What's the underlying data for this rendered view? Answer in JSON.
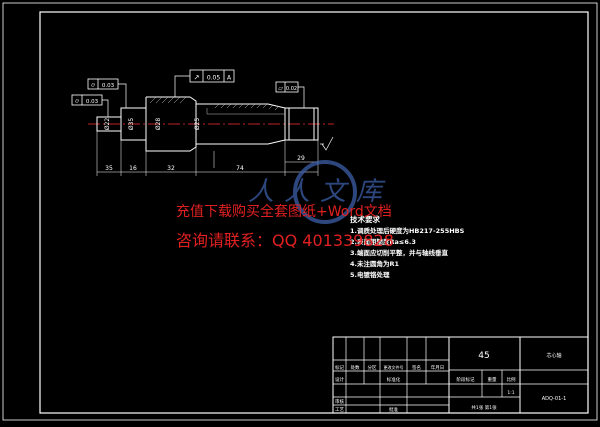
{
  "drawing": {
    "colors": {
      "background": "#000000",
      "frame": "#ffffff",
      "part_line": "#ffffff",
      "dimension": "#ffffff",
      "centerline": "#ff3030",
      "hatch": "#c0c0c0",
      "text": "#ffffff",
      "tolerance_box": "#ffffff",
      "watermark_red": "#e02020",
      "watermark_logo": "#3d5fa8"
    },
    "tolerances": {
      "top": "0.05",
      "top_ref": "A",
      "left_upper": "0.03",
      "left_lower": "0.03",
      "right_flat": "0.02"
    },
    "diameters": {
      "d1": "Ø22",
      "d2": "Ø35",
      "d3": "Ø28",
      "d4": "Ø25"
    },
    "dimensions": {
      "d_left": "35",
      "d_mid1": "16",
      "d_mid2": "32",
      "d_mid3": "74",
      "d_right": "29"
    },
    "tech": {
      "title": "技术要求",
      "items": [
        "1.调质处理后硬度为HB217-255HBS",
        "2.表面粗糙度Ra≤6.3",
        "3.端面应切削平整，并与轴线垂直",
        "4.未注圆角为R1",
        "5.电镀铬处理"
      ]
    },
    "title_block": {
      "material": "45",
      "part_name": "芯心轴",
      "drawing_no": "ADQ-01-1",
      "col_headers": [
        "标记",
        "处数",
        "分区",
        "更改文件号",
        "签名",
        "年月日"
      ],
      "row_labels": [
        "设计",
        "审核",
        "工艺"
      ],
      "mid_labels": [
        "标准化",
        "批准"
      ],
      "stage_headers": [
        "阶段标记",
        "重量",
        "比例"
      ],
      "scale": "1:1",
      "sheet": "共1张 第1张"
    },
    "watermark": {
      "line1": "充值下载购买全套图纸+Word文档",
      "line2": "咨询请联系：QQ 401339828",
      "logo_text": "人人文库"
    }
  }
}
